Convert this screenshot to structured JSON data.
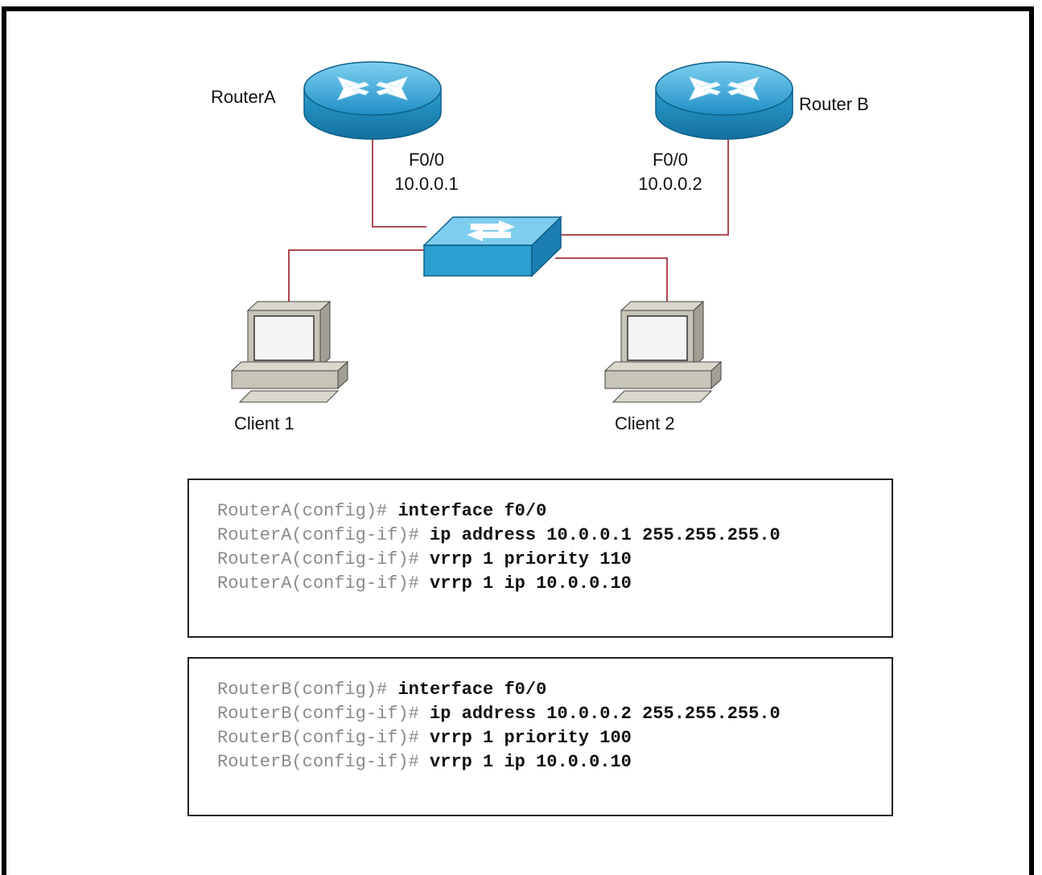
{
  "labels": {
    "router_a": "RouterA",
    "router_b": "Router B",
    "router_a_iface": "F0/0",
    "router_a_ip": "10.0.0.1",
    "router_b_iface": "F0/0",
    "router_b_ip": "10.0.0.2",
    "client1": "Client 1",
    "client2": "Client 2"
  },
  "config_a": [
    {
      "prompt": "RouterA(config)# ",
      "cmd": "interface f0/0"
    },
    {
      "prompt": "RouterA(config-if)# ",
      "cmd": "ip address 10.0.0.1 255.255.255.0"
    },
    {
      "prompt": "RouterA(config-if)# ",
      "cmd": "vrrp 1 priority 110"
    },
    {
      "prompt": "RouterA(config-if)# ",
      "cmd": "vrrp 1 ip 10.0.0.10"
    }
  ],
  "config_b": [
    {
      "prompt": "RouterB(config)# ",
      "cmd": "interface f0/0"
    },
    {
      "prompt": "RouterB(config-if)# ",
      "cmd": "ip address 10.0.0.2 255.255.255.0"
    },
    {
      "prompt": "RouterB(config-if)# ",
      "cmd": "vrrp 1 priority 100"
    },
    {
      "prompt": "RouterB(config-if)# ",
      "cmd": "vrrp 1 ip 10.0.0.10"
    }
  ],
  "colors": {
    "router": "#2a9fd0",
    "switch": "#2a9fd0",
    "link": "#b0484f",
    "pc_body": "#c7c4b8"
  }
}
